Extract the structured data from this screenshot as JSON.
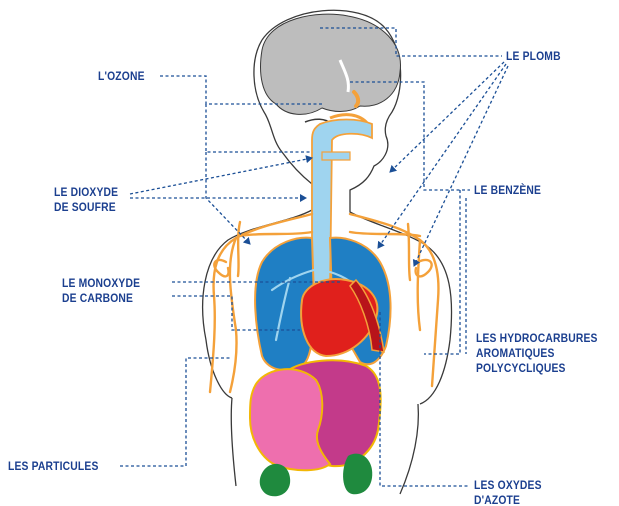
{
  "labels": {
    "ozone": "L'OZONE",
    "plomb": "LE PLOMB",
    "dioxyde": [
      "LE DIOXYDE",
      "DE SOUFRE"
    ],
    "benzene": "LE BENZÈNE",
    "monoxyde": [
      "LE MONOXYDE",
      "DE CARBONE"
    ],
    "hap": [
      "LES HYDROCARBURES",
      "AROMATIQUES",
      "POLYCYCLIQUES"
    ],
    "particules": "LES PARTICULES",
    "oxydes": [
      "LES OXYDES",
      "D'AZOTE"
    ]
  },
  "colors": {
    "label": "#1b3f8f",
    "leader": "#1b4f96",
    "outline": "#3a3a3a",
    "brain": "#bdbdbd",
    "airway": "#9fd4ef",
    "lungs": "#1f7fc4",
    "vessels": "#f4a13a",
    "heart": "#e0201c",
    "liver": "#ee6fae",
    "stomach": "#c33a8a",
    "kidneys": "#1f8a3e",
    "organ_border": "#f2b705"
  }
}
